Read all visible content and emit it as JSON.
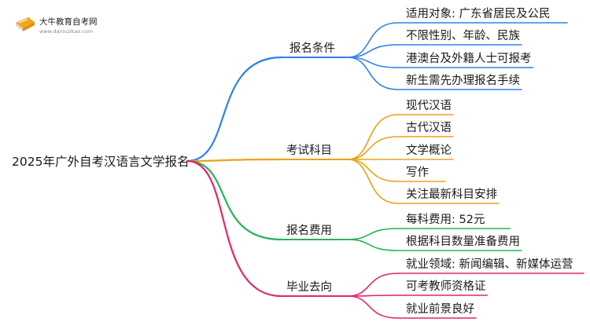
{
  "logo": {
    "name": "大牛教育自考网",
    "url": "www.daniuzikao.com"
  },
  "root": "2025年广外自考汉语言文学报名",
  "branches": [
    {
      "label": "报名条件",
      "color": "#2f80ed",
      "children": [
        "适用对象: 广东省居民及公民",
        "不限性别、年龄、民族",
        "港澳台及外籍人士可报考",
        "新生需先办理报名手续"
      ]
    },
    {
      "label": "考试科目",
      "color": "#e8a317",
      "children": [
        "现代汉语",
        "古代汉语",
        "文学概论",
        "写作",
        "关注最新科目安排"
      ]
    },
    {
      "label": "报名费用",
      "color": "#27b35a",
      "children": [
        "每科费用: 52元",
        "根据科目数量准备费用"
      ]
    },
    {
      "label": "毕业去向",
      "color": "#e3256b",
      "children": [
        "就业领域: 新闻编辑、新媒体运营",
        "可考教师资格证",
        "就业前景良好"
      ]
    }
  ]
}
